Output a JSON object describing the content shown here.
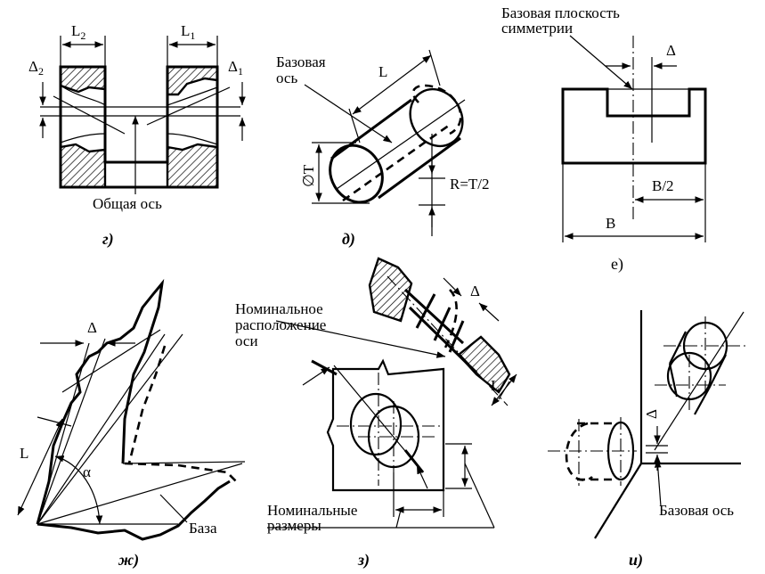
{
  "figures": {
    "g": {
      "caption": "г)",
      "label_L2": "L",
      "label_L2_sub": "2",
      "label_L1": "L",
      "label_L1_sub": "1",
      "label_D2": "Δ",
      "label_D2_sub": "2",
      "label_D1": "Δ",
      "label_D1_sub": "1",
      "label_common_axis": "Общая ось"
    },
    "d": {
      "caption": "д)",
      "label_base_axis_1": "Базовая",
      "label_base_axis_2": "ось",
      "label_L": "L",
      "label_T": "∅T",
      "label_R": "R=T/2"
    },
    "e": {
      "caption": "е)",
      "label_plane_1": "Базовая плоскость",
      "label_plane_2": "симметрии",
      "label_delta": "Δ",
      "label_B2": "B/2",
      "label_B": "B"
    },
    "zh": {
      "caption": "ж)",
      "label_delta": "Δ",
      "label_L": "L",
      "label_alpha": "α",
      "label_base": "База"
    },
    "z": {
      "caption": "з)",
      "label_nominal_1": "Номинальное",
      "label_nominal_2": "расположение",
      "label_nominal_3": "оси",
      "label_delta": "Δ",
      "label_L": "L",
      "label_sizes_1": "Номинальные",
      "label_sizes_2": "размеры"
    },
    "i": {
      "caption": "и)",
      "label_delta": "Δ",
      "label_base_axis": "Базовая ось"
    }
  }
}
